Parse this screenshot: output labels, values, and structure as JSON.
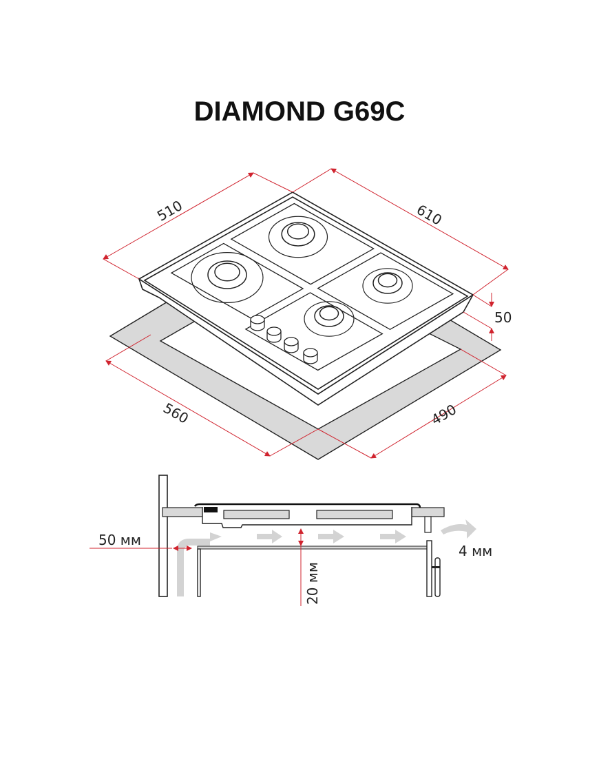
{
  "title": "DIAMOND G69C",
  "top_view": {
    "width_label": "610",
    "depth_label": "510",
    "height_label": "50",
    "cutout_width_label": "560",
    "cutout_depth_label": "490"
  },
  "section_view": {
    "side_gap_label": "50 мм",
    "air_gap_label": "20 мм",
    "rear_gap_label": "4 мм"
  },
  "colors": {
    "dimension": "#d0232e",
    "cutout": "#d9d9d9",
    "airflow": "#d3d3d3"
  }
}
